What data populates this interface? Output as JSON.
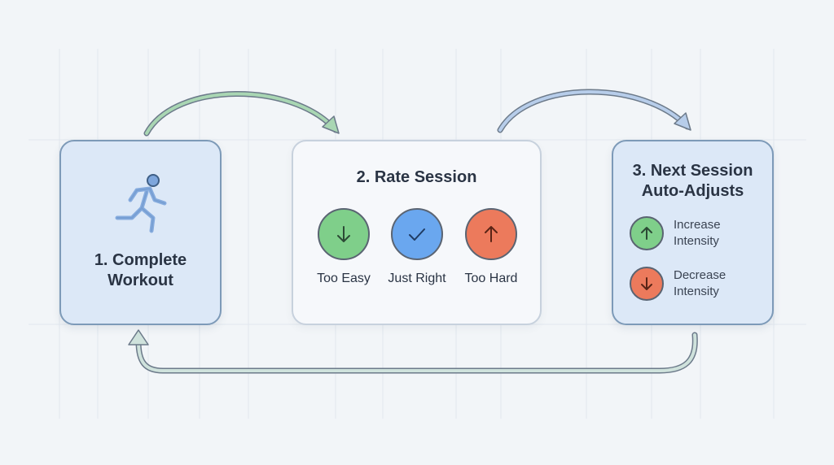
{
  "steps": {
    "complete": {
      "title_line1": "1. Complete",
      "title_line2": "Workout",
      "icon": "running-person-icon"
    },
    "rate": {
      "title": "2. Rate Session",
      "options": [
        {
          "label": "Too Easy",
          "icon": "arrow-down-icon",
          "color": "#7fcf8a"
        },
        {
          "label": "Just Right",
          "icon": "checkmark-icon",
          "color": "#6aa7ef"
        },
        {
          "label": "Too Hard",
          "icon": "arrow-up-icon",
          "color": "#ec7a5c"
        }
      ]
    },
    "adjust": {
      "title_line1": "3. Next Session",
      "title_line2": "Auto-Adjusts",
      "options": [
        {
          "line1": "Increase",
          "line2": "Intensity",
          "icon": "arrow-up-icon",
          "color": "#7fcf8a"
        },
        {
          "line1": "Decrease",
          "line2": "Intensity",
          "icon": "arrow-down-icon",
          "color": "#ec7a5c"
        }
      ]
    }
  },
  "colors": {
    "green": "#7fcf8a",
    "blue": "#6aa7ef",
    "red": "#ec7a5c",
    "box_fill": "#dce8f7",
    "box_border": "#7d9ab8",
    "arrow_green": "#9fceaa",
    "arrow_blue": "#a9c3e6"
  }
}
